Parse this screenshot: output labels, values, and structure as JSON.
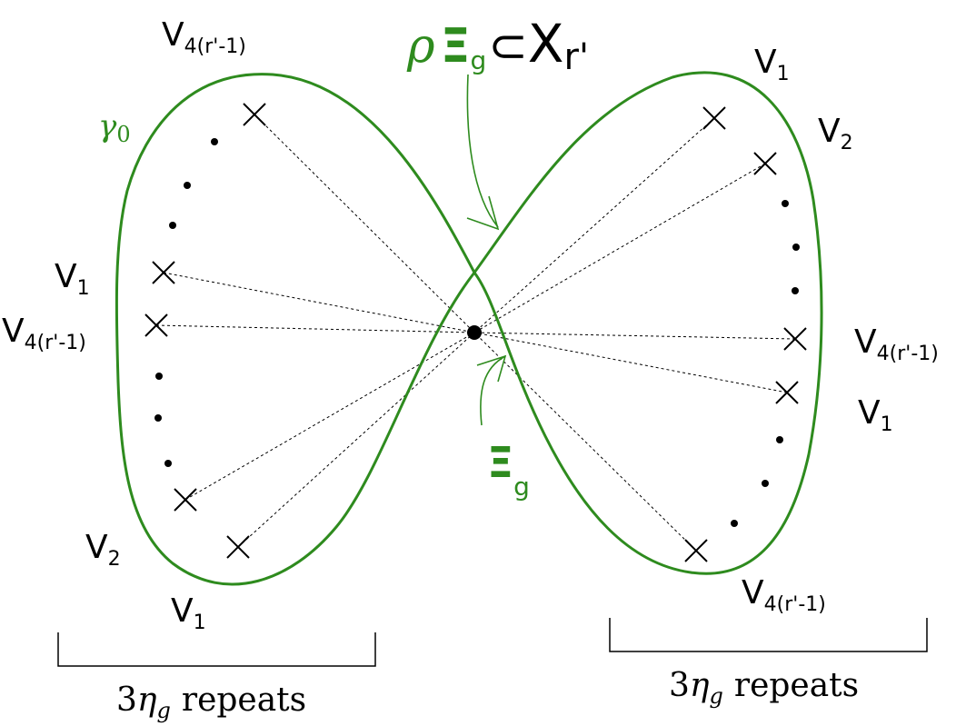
{
  "colors": {
    "curve": "#2e8b1e",
    "ink": "#000000",
    "background": "#ffffff"
  },
  "labels": {
    "gamma0": "γ",
    "gamma0_sub": "0",
    "rho": "ρ",
    "xi": "Ξ",
    "xi_sub_g": "g",
    "subset": "⊂",
    "X": "X",
    "X_sub": "r'",
    "V": "V",
    "sub_1": "1",
    "sub_2": "2",
    "sub_4r": "4(r'-1)",
    "repeats_coef": "3",
    "eta": "η",
    "eta_sub": "g",
    "repeats_word": "repeats"
  }
}
